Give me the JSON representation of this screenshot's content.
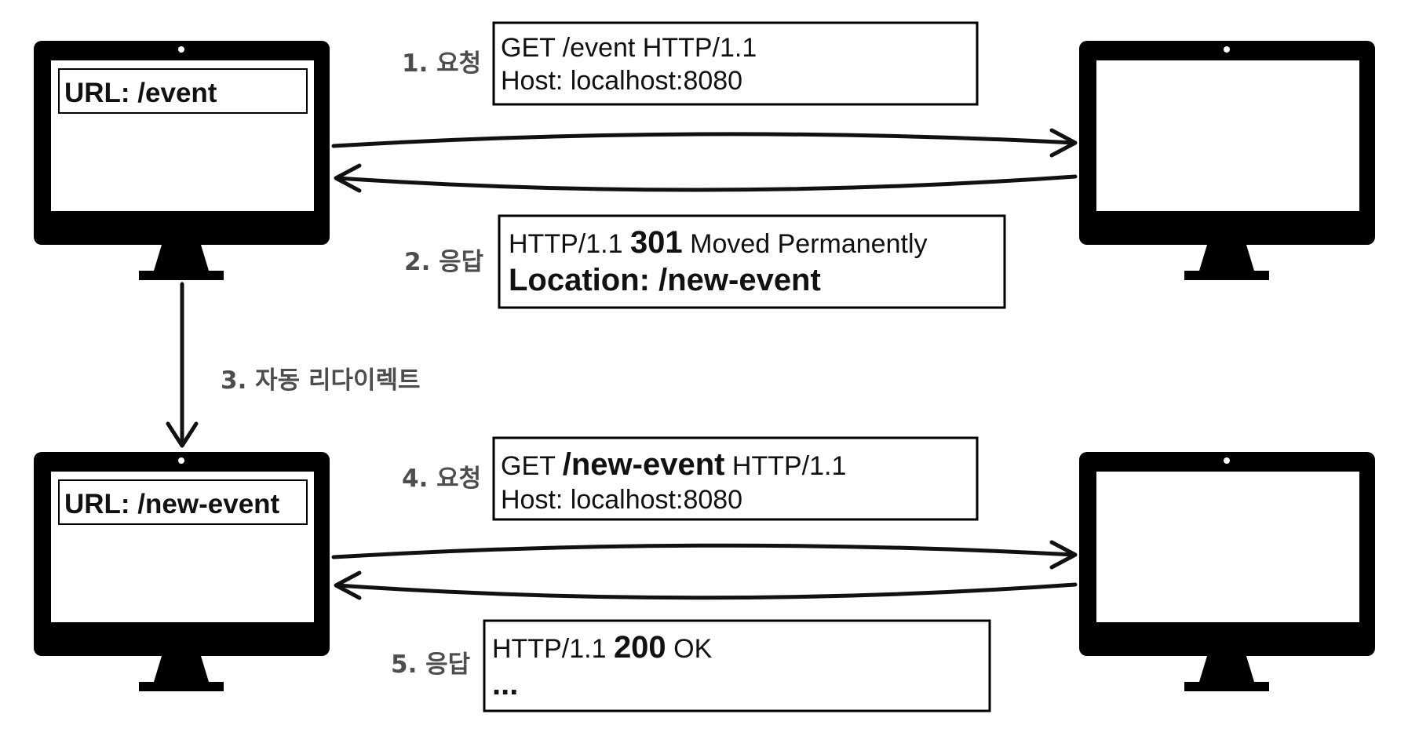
{
  "clients": [
    {
      "url_text": "URL: /event"
    },
    {
      "url_text": "URL: /new-event"
    }
  ],
  "steps": {
    "s1": "1. 요청",
    "s2": "2. 응답",
    "s3": "3. 자동 리다이렉트",
    "s4": "4. 요청",
    "s5": "5. 응답"
  },
  "messages": {
    "request1": {
      "line1": "GET /event HTTP/1.1",
      "line2": "Host: localhost:8080"
    },
    "response1": {
      "line1_prefix": "HTTP/1.1 ",
      "line1_status": "301",
      "line1_suffix": " Moved Permanently",
      "line2": "Location: /new-event"
    },
    "request2": {
      "line1_prefix": "GET ",
      "line1_path": "/new-event",
      "line1_suffix": " HTTP/1.1",
      "line2": "Host: localhost:8080"
    },
    "response2": {
      "line1_prefix": "HTTP/1.1 ",
      "line1_status": "200",
      "line1_suffix": " OK",
      "line2": "..."
    }
  }
}
